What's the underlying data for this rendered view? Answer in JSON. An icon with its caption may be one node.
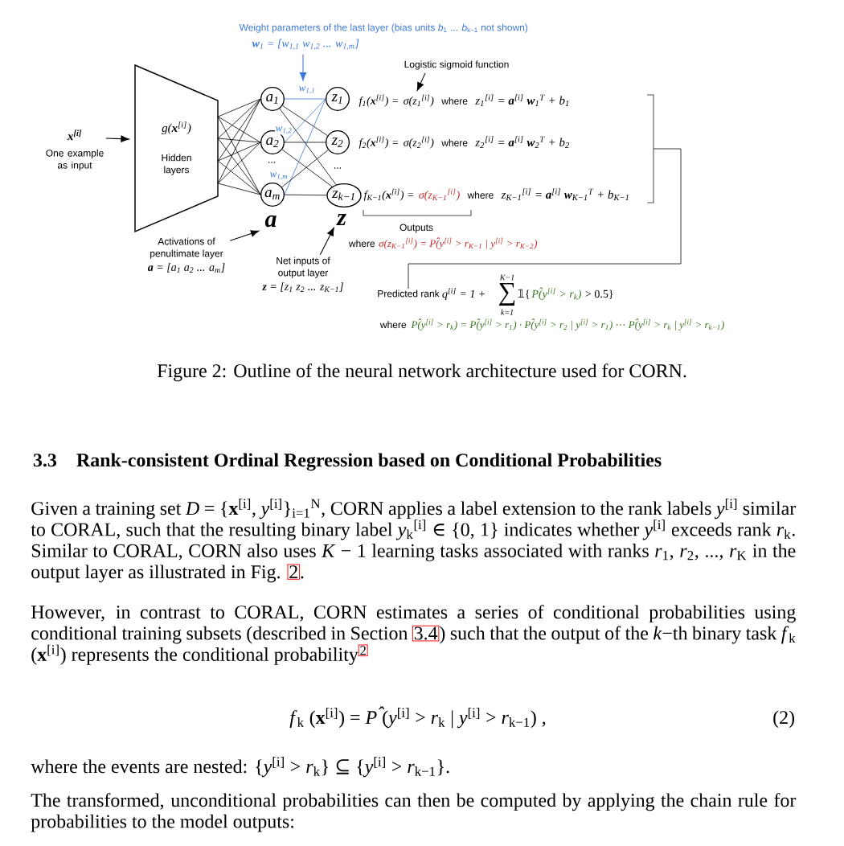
{
  "diagram": {
    "caption": "Figure 2: Outline of the neural network architecture used for CORN.",
    "nodes": [
      {
        "text": [
          "x$^{[i]}$",
          "One example as input"
        ]
      },
      {
        "text": [
          "g(**x**$^{[i]}$)",
          "Hidden layers"
        ]
      },
      {
        "text": [
          "a$_{1}$"
        ]
      },
      {
        "text": [
          "a$_{2}$"
        ]
      },
      {
        "text": [
          "a$_{m}$"
        ]
      },
      {
        "text": [
          "z$_{1}$"
        ]
      },
      {
        "text": [
          "z$_{2}$"
        ]
      },
      {
        "text": [
          "z$_{k−1}$"
        ]
      },
      {
        "text": [
          "a"
        ]
      },
      {
        "text": [
          "z"
        ]
      },
      {
        "text": [
          "Activations of penultimate layer",
          "**a** = [a$_{1}$ a$_{2}$ ... a$_{m}$]"
        ]
      },
      {
        "text": [
          "Net inputs of output layer",
          "**z** = [z$_{1}$ z$_{2}$ ... z$_{K−1}$]"
        ]
      },
      {
        "text": [
          "Weight parameters of the last layer (bias units *b*$_{1}$ ... *b*$_{k−1}$ not shown)",
          "**w**$_{1}$ = [w$_{1,1}$ w$_{1,2}$ ... w$_{1,m}$]"
        ]
      },
      {
        "text": [
          "Logistic sigmoid function"
        ]
      },
      {
        "text": [
          "f$_{1}$(**x**$^{[i]}$) =",
          "σ(z$_{1}$$^{[i]}$)",
          "where",
          "z$_{1}$$^{[i]}$ = **a**$^{[i]}$ **w**$_{1}$$^{T}$ + b$_{1}$"
        ]
      },
      {
        "text": [
          "f$_{2}$(**x**$^{[i]}$) =",
          "σ(z$_{2}$$^{[i]}$)",
          "where",
          "z$_{2}$$^{[i]}$ = **a**$^{[i]}$ **w**$_{2}$$^{T}$ + b$_{2}$"
        ]
      },
      {
        "text": [
          "f$_{K−1}$(**x**$^{[i]}$) =",
          "σ(z$_{K−1}$$^{[i]}$)",
          "where",
          "z$_{K−1}$$^{[i]}$ = **a**$^{[i]}$ **w**$_{K−1}$$^{T}$ + b$_{K−1}$"
        ]
      },
      {
        "text": [],
        "shape": "bracket"
      },
      {
        "text": [
          "Predicted rank"
        ]
      }
    ],
    "edges": [
      {
        "from": 0,
        "to": 1,
        "arrow": "to"
      },
      {
        "from": 12,
        "to": null,
        "arrow": "to",
        "color": "#3c78d8"
      },
      {
        "from": 13,
        "to": 14,
        "arrow": "to"
      },
      {
        "from": 1,
        "to": 2,
        "arrow": "none"
      },
      {
        "from": 1,
        "to": 3,
        "arrow": "none"
      },
      {
        "from": 1,
        "to": 4,
        "arrow": "none"
      },
      {
        "from": 1,
        "to": 2,
        "arrow": "none"
      },
      {
        "from": 1,
        "to": 3,
        "arrow": "none"
      },
      {
        "from": 1,
        "to": 4,
        "arrow": "none"
      },
      {
        "from": 1,
        "to": 2,
        "arrow": "none"
      },
      {
        "from": 1,
        "to": 3,
        "arrow": "none"
      },
      {
        "from": 1,
        "to": 4,
        "arrow": "none"
      },
      {
        "from": 1,
        "to": 2,
        "arrow": "none"
      },
      {
        "from": 1,
        "to": 3,
        "arrow": "none"
      },
      {
        "from": 1,
        "to": 4,
        "arrow": "none"
      },
      {
        "from": 2,
        "to": 5,
        "arrow": "none",
        "color": "#3c78d8",
        "label": "w$_{1,1}$"
      },
      {
        "from": 2,
        "to": 6,
        "arrow": "none"
      },
      {
        "from": 2,
        "to": 7,
        "arrow": "none"
      },
      {
        "from": 3,
        "to": 5,
        "arrow": "none",
        "color": "#3c78d8",
        "label": "w$_{1,2}$"
      },
      {
        "from": 3,
        "to": 6,
        "arrow": "none"
      },
      {
        "from": 3,
        "to": 7,
        "arrow": "none"
      },
      {
        "from": 4,
        "to": 5,
        "arrow": "none",
        "color": "#3c78d8",
        "label": "w$_{1,m}$"
      },
      {
        "from": 4,
        "to": 6,
        "arrow": "none"
      },
      {
        "from": 4,
        "to": 7,
        "arrow": "none"
      },
      {
        "from": 10,
        "to": 8,
        "arrow": "to"
      },
      {
        "from": 11,
        "to": 9,
        "arrow": "to"
      },
      {
        "from": 17,
        "to": 18,
        "arrow": "none"
      }
    ],
    "labels": [
      "...",
      "...",
      "Outputs",
      "where",
      "σ(z$_{K−1}$$^{[i]}$) = P̂(y$^{[i]}$ > r$_{K−1}$ | y$^{[i]}$ > r$_{K−2}$)",
      "q$^{[i]}$ = 1 +",
      "K−1",
      "∑",
      "k=1",
      "𝟙{",
      "P̂(y$^{[i]}$ > r$_{k}$)",
      "> 0.5}",
      "where",
      "P̂(y$^{[i]}$ > r$_{k}$) = P̂(y$^{[i]}$ > r$_{1}$) · P̂(y$^{[i]}$ > r$_{2}$ | y$^{[i]}$ > r$_{1}$) ⋯ P̂(y$^{[i]}$ > r$_{k}$ | y$^{[i]}$ > r$_{k−1}$)",
      "3.3",
      "Rank-consistent Ordinal Regression based on Conditional Probabilities",
      "Given a training set *D* = {**x**$^{[i]}$, *y*$^{[i]}$}$_{i=1}$$^{N}$, CORN applies a label extension to the rank labels *y*$^{[i]}$ similar to CORAL, such that the resulting binary label *y*$_{k}$$^{[i]}$ ∈ {0, 1} indicates whether *y*$^{[i]}$ exceeds rank *r*$_{k}$. Similar to CORAL, CORN also uses *K* − 1 learning tasks associated with ranks *r*$_{1}$, *r*$_{2}$, ..., *r*$_{K}$ in the output layer as illustrated in Fig.",
      "2",
      ".",
      "However, in contrast to CORAL, CORN estimates a series of conditional probabilities using conditional training subsets (described in Section",
      "3.4",
      ") such that the output of the *k*−th binary task *f*$_{k}$ (**x**$^{[i]}$) represents the conditional probability",
      "2",
      "*f*$_{k}$ (**x**$^{[i]}$) = *P̂* (*y*$^{[i]}$ > *r*$_{k}$ | *y*$^{[i]}$ > *r*$_{k−1}$) ,",
      "(2)",
      "where the events are nested: {*y*$^{[i]}$ > *r*$_{k}$} ⊆ {*y*$^{[i]}$ > *r*$_{k−1}$}.",
      "The transformed, unconditional probabilities can then be computed by applying the chain rule for probabilities to the model outputs:"
    ]
  }
}
